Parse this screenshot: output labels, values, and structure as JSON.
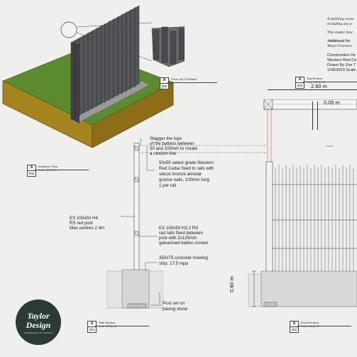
{
  "header": {
    "lines": [
      "A building conse",
      "including any a",
      "This timber fenc"
    ],
    "additional_title": "Additional No",
    "additional_lines": [
      "Watyl Forestwo"
    ],
    "details": [
      "Construction De",
      "Western Red Ce",
      "Drawn By Zoe T",
      "1/08/2023 Scale"
    ]
  },
  "views": {
    "close_up": {
      "letter": "A",
      "number": "005",
      "title": "Close Up Of Panels"
    },
    "isometric": {
      "letter": "A",
      "number": "004",
      "title": "Isometric View",
      "scale": "Scale 1:20 @ A3"
    },
    "top": {
      "letter": "A",
      "number": "003",
      "title": "Top Section",
      "scale": "Scale 1:20 @ A3"
    },
    "side": {
      "letter": "A",
      "number": "001",
      "title": "Side Section",
      "scale": "Scale 1:20 @ A3"
    },
    "front": {
      "letter": "A",
      "number": "002",
      "title": "Front Section",
      "scale": "Scale 1:20 @ A3"
    }
  },
  "dimensions": {
    "width": "2.60 m",
    "gap": "0.05 m",
    "height": "0.60 m"
  },
  "notes": {
    "stagger": [
      "Stagger the tops",
      "of the battens between",
      "50 and 100mm to create",
      "a random line"
    ],
    "cedar": [
      "50x50 select grade Western",
      "Red Cedar fixed to rails with",
      "silicon bronze annular",
      "groove nails, 100mm long",
      "1 per rail"
    ],
    "post": [
      "EX 100x50 H4",
      "RS red post",
      "Max centres 2.4m"
    ],
    "rails": [
      "EX 100x50 H3.2 RS",
      "rad rails fixed between",
      "post with 2x125mm",
      "galvanised batten screws"
    ],
    "mowing": [
      "350x75 concrete mowing",
      "strip. 17.5 mpa"
    ],
    "paving": [
      "Post set on",
      "paving stone"
    ]
  },
  "logo": {
    "line1": "Taylor",
    "line2": "Design",
    "tagline": "LANDSCAPE & DESIGN"
  },
  "colors": {
    "grass": "#5c8a2e",
    "soil": "#9a7a1e",
    "fence": "#5a5a5c",
    "logo_bg": "#2c3a35"
  }
}
